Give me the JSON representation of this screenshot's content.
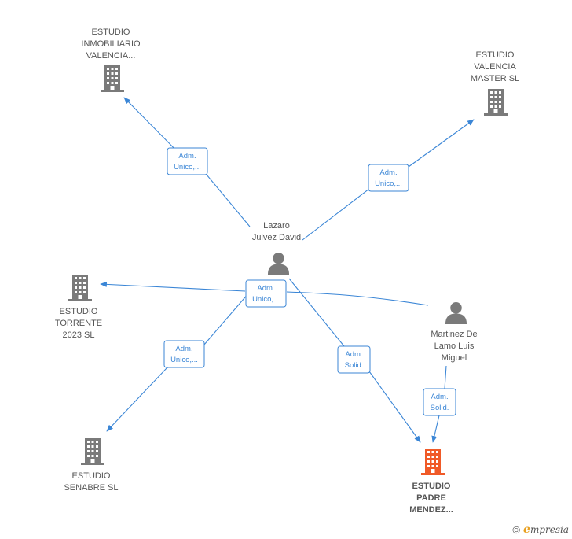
{
  "colors": {
    "edge": "#3b86d6",
    "company": "#7a7a7a",
    "company_focus": "#f05a28",
    "person": "#7a7a7a"
  },
  "nodes": {
    "inmobiliario": {
      "lines": [
        "ESTUDIO",
        "INMOBILIARIO",
        "VALENCIA..."
      ],
      "icon": "building-icon"
    },
    "valencia_master": {
      "lines": [
        "ESTUDIO",
        "VALENCIA",
        "MASTER  SL"
      ],
      "icon": "building-icon"
    },
    "lazaro": {
      "lines": [
        "Lazaro",
        "Julvez David"
      ],
      "icon": "person-icon"
    },
    "torrente": {
      "lines": [
        "ESTUDIO",
        "TORRENTE",
        "2023  SL"
      ],
      "icon": "building-icon"
    },
    "martinez": {
      "lines": [
        "Martinez De",
        "Lamo Luis",
        "Miguel"
      ],
      "icon": "person-icon"
    },
    "senabre": {
      "lines": [
        "ESTUDIO",
        "SENABRE  SL"
      ],
      "icon": "building-icon"
    },
    "padre_mendez": {
      "lines": [
        "ESTUDIO",
        "PADRE",
        "MENDEZ..."
      ],
      "icon": "building-icon"
    }
  },
  "edges": {
    "e1": [
      "Adm.",
      "Unico,..."
    ],
    "e2": [
      "Adm.",
      "Unico,..."
    ],
    "e3": [
      "Adm.",
      "Unico,..."
    ],
    "e4": [
      "Adm.",
      "Unico,..."
    ],
    "e5": [
      "Adm.",
      "Solid."
    ],
    "e6": [
      "Adm.",
      "Solid."
    ]
  },
  "footer": {
    "copyright": "©",
    "brand_initial": "e",
    "brand_rest": "mpresia"
  }
}
